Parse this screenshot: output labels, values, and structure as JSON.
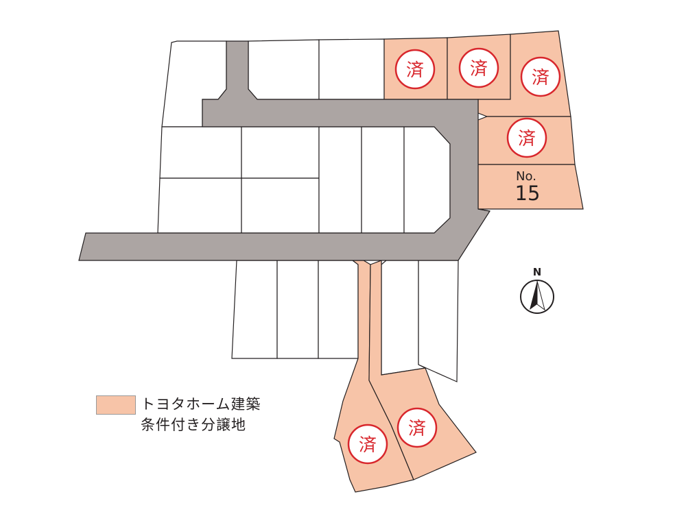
{
  "map": {
    "sold_stamp": "済",
    "featured_lot": {
      "prefix": "No.",
      "number": "15"
    },
    "compass": {
      "label": "N"
    }
  },
  "legend": {
    "line1": "トヨタホーム建築",
    "line2": "条件付き分譲地"
  },
  "colors": {
    "sold_lot": "#f7c4a8",
    "road": "#aca5a3",
    "stamp": "#d8262c",
    "outline": "#231f20"
  }
}
